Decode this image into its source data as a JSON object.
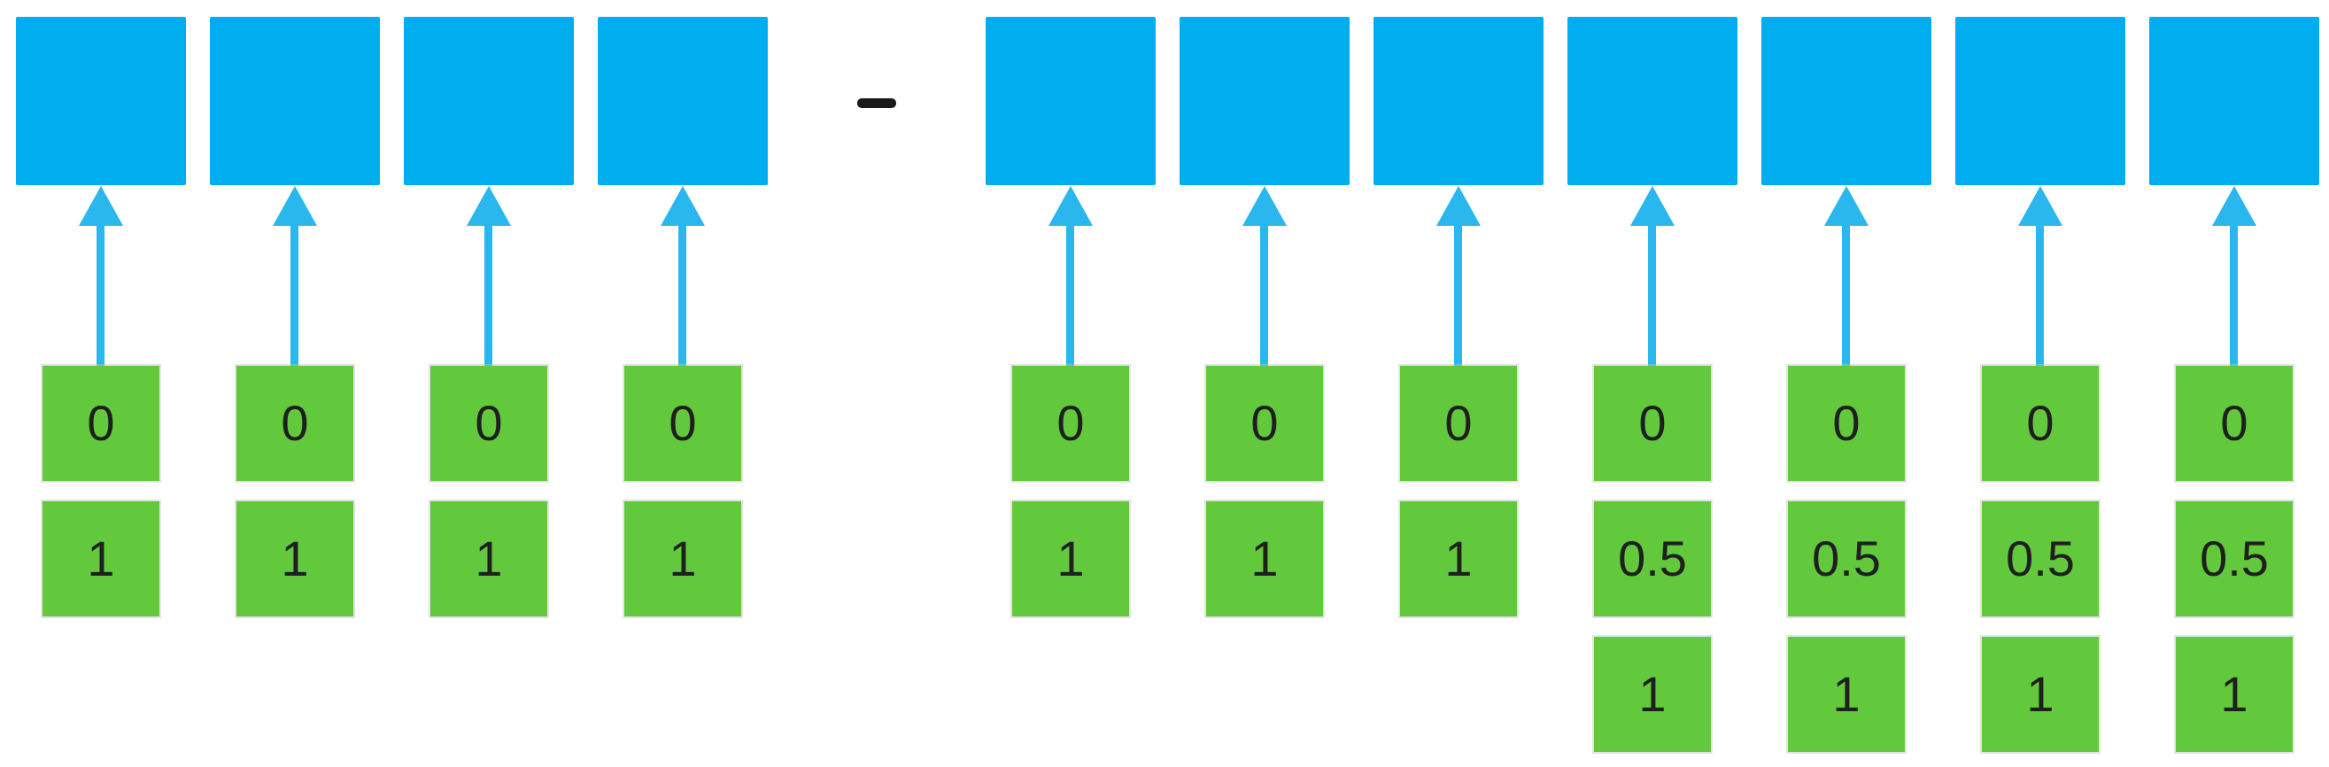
{
  "diagram": {
    "description": "Two groups of output squares fed by upward arrows from stacked value cells, separated by a minus operator",
    "operator": "−",
    "colors": {
      "box_blue": "#00AEEF",
      "arrow_blue": "#29B7EE",
      "cell_green": "#62C83C",
      "label_text": "#1F1F1F",
      "operator_color": "#1A1A1A"
    },
    "left_group": {
      "columns": [
        {
          "labels": [
            "0",
            "1"
          ]
        },
        {
          "labels": [
            "0",
            "1"
          ]
        },
        {
          "labels": [
            "0",
            "1"
          ]
        },
        {
          "labels": [
            "0",
            "1"
          ]
        }
      ]
    },
    "right_group": {
      "columns": [
        {
          "labels": [
            "0",
            "1"
          ]
        },
        {
          "labels": [
            "0",
            "1"
          ]
        },
        {
          "labels": [
            "0",
            "1"
          ]
        },
        {
          "labels": [
            "0",
            "0.5",
            "1"
          ]
        },
        {
          "labels": [
            "0",
            "0.5",
            "1"
          ]
        },
        {
          "labels": [
            "0",
            "0.5",
            "1"
          ]
        },
        {
          "labels": [
            "0",
            "0.5",
            "1"
          ]
        }
      ]
    }
  }
}
